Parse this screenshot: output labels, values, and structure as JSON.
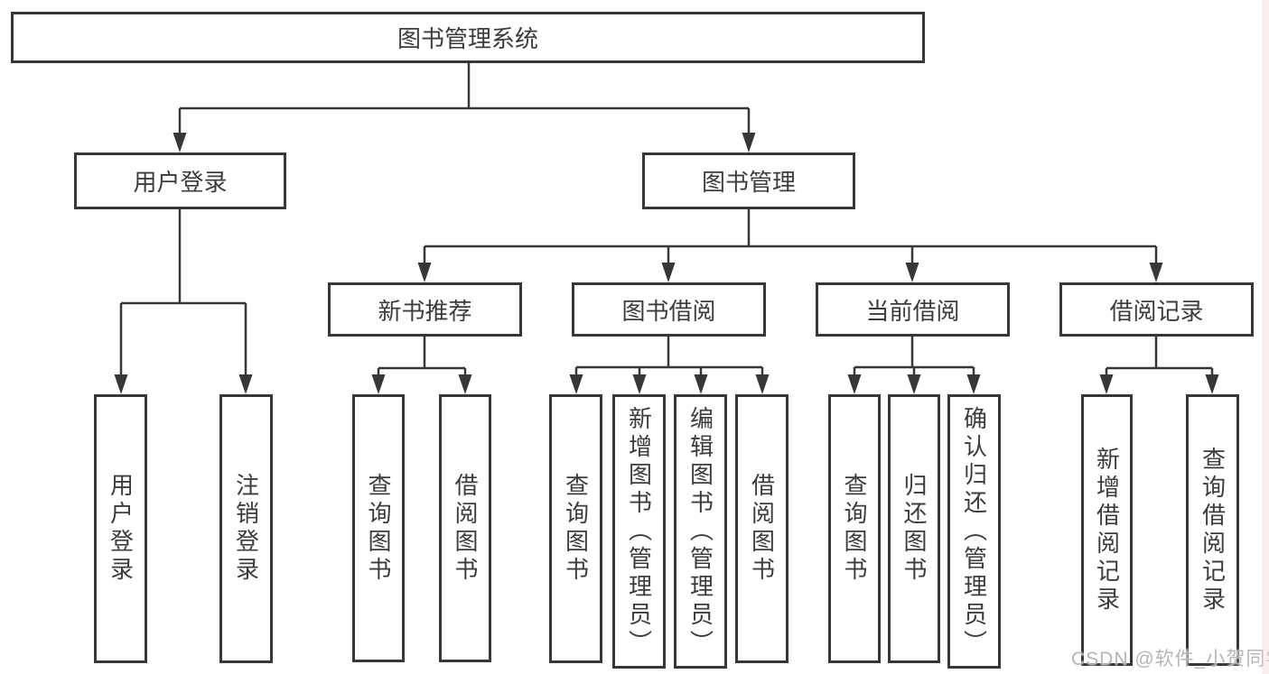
{
  "colors": {
    "line": "#373737",
    "box_border": "#373737",
    "text": "#3c3c3c",
    "background": "#ffffff",
    "watermark": "#b5b5b5",
    "right_edge_tint": "#f4cdcd"
  },
  "watermark": {
    "text": "CSDN @软件_小贺同学"
  },
  "tree": {
    "label": "图书管理系统",
    "children": [
      {
        "label": "用户登录",
        "children": [
          {
            "label": "用户登录"
          },
          {
            "label": "注销登录"
          }
        ]
      },
      {
        "label": "图书管理",
        "children": [
          {
            "label": "新书推荐",
            "children": [
              {
                "label": "查询图书"
              },
              {
                "label": "借阅图书"
              }
            ]
          },
          {
            "label": "图书借阅",
            "children": [
              {
                "label": "查询图书"
              },
              {
                "label": "新增图书（管理员）"
              },
              {
                "label": "编辑图书（管理员）"
              },
              {
                "label": "借阅图书"
              }
            ]
          },
          {
            "label": "当前借阅",
            "children": [
              {
                "label": "查询图书"
              },
              {
                "label": "归还图书"
              },
              {
                "label": "确认归还（管理员）"
              }
            ]
          },
          {
            "label": "借阅记录",
            "children": [
              {
                "label": "新增借阅记录"
              },
              {
                "label": "查询借阅记录"
              }
            ]
          }
        ]
      }
    ]
  }
}
